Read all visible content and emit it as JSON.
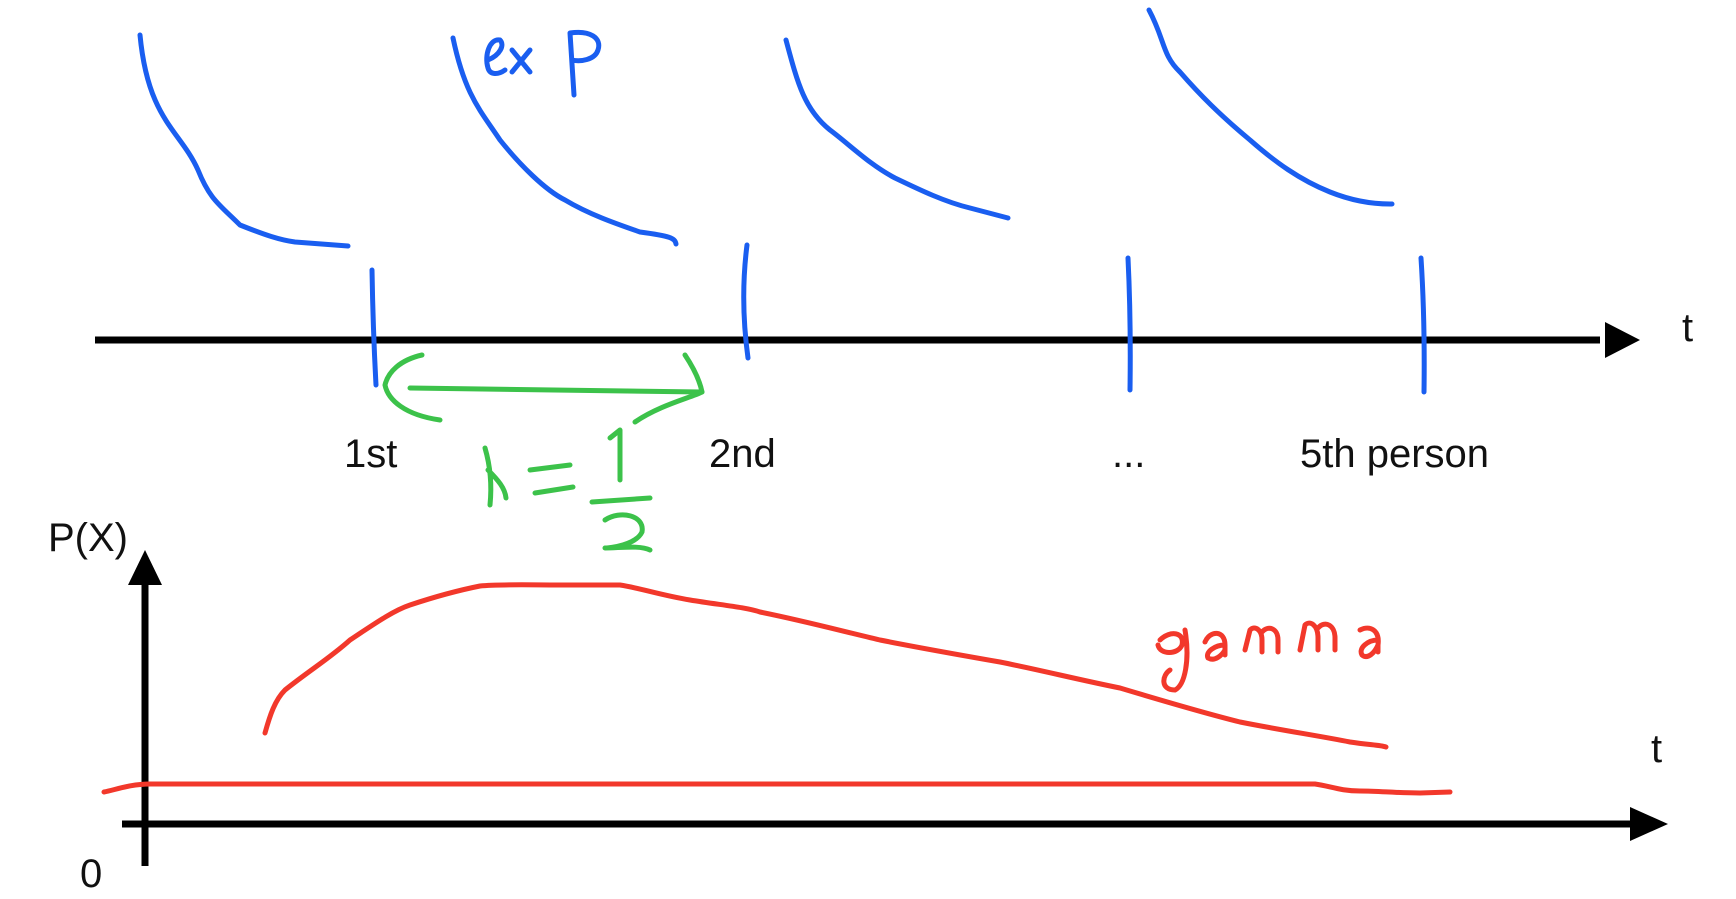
{
  "top_timeline": {
    "axis_label": "t",
    "tick_labels": [
      "1st",
      "2nd",
      "...",
      "5th person"
    ],
    "exp_label": "exp",
    "lambda_label": "λ = 1/2"
  },
  "bottom_plot": {
    "y_label": "P(X)",
    "x_label": "t",
    "origin_label": "0",
    "curve_label": "gamma"
  },
  "colors": {
    "exp_curves": "#1a5ef0",
    "interval": "#3cc24a",
    "gamma_curves": "#f2382b",
    "axes": "#000000"
  }
}
